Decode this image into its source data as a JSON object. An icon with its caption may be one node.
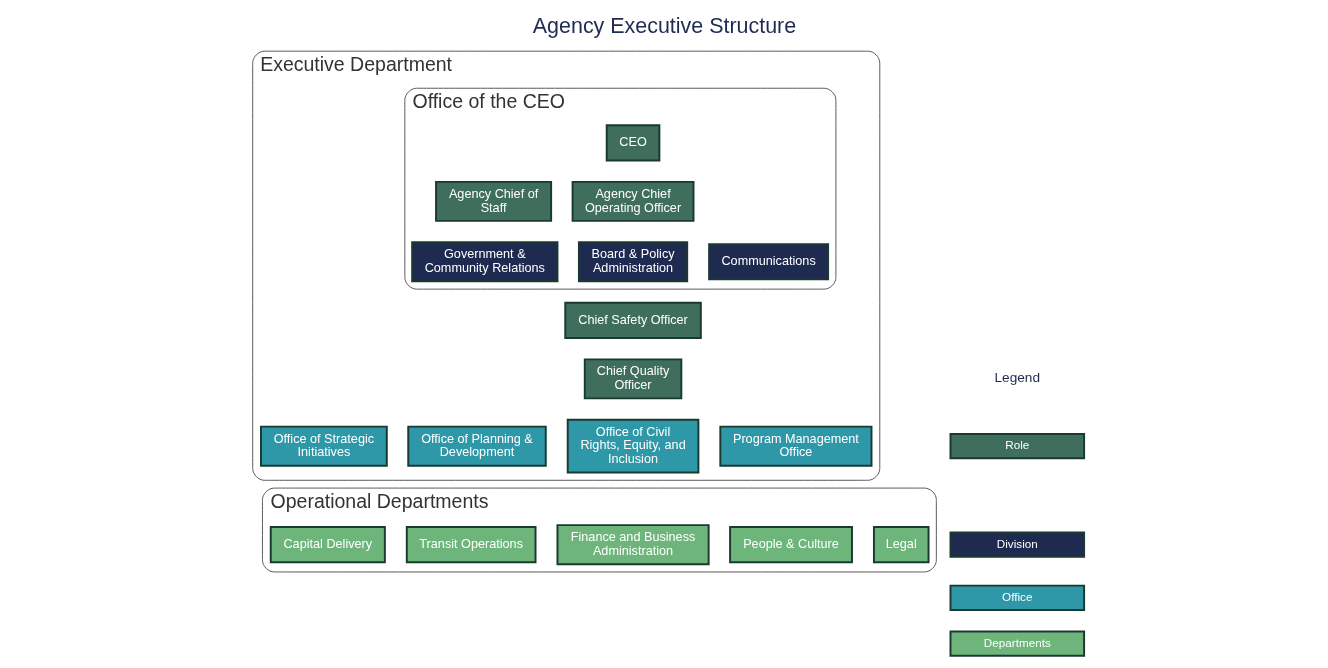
{
  "diagram": {
    "title": "Agency Executive Structure",
    "nodes": [
      {
        "text": [
          "Executive Department"
        ]
      },
      {
        "text": [
          "Office of the CEO"
        ],
        "in": 0
      },
      {
        "text": [
          "CEO"
        ],
        "in": 1
      },
      {
        "text": [
          "Agency Chief of Staff"
        ],
        "in": 1
      },
      {
        "text": [
          "Agency Chief Operating Officer"
        ],
        "in": 1
      },
      {
        "text": [
          "Government & Community Relations"
        ],
        "in": 1
      },
      {
        "text": [
          "Board & Policy Administration"
        ],
        "in": 1
      },
      {
        "text": [
          "Communications"
        ],
        "in": 1
      },
      {
        "text": [
          "Chief Safety Officer"
        ],
        "in": 0
      },
      {
        "text": [
          "Chief Quality Officer"
        ],
        "in": 0
      },
      {
        "text": [
          "Office of Strategic Initiatives"
        ],
        "in": 0
      },
      {
        "text": [
          "Office of Planning & Development"
        ],
        "in": 0
      },
      {
        "text": [
          "Office of Civil Rights, Equity, and Inclusion"
        ],
        "in": 0
      },
      {
        "text": [
          "Program Management Office"
        ],
        "in": 0
      },
      {
        "text": [
          "Operational Departments"
        ]
      },
      {
        "text": [
          "Capital Delivery"
        ],
        "in": 14
      },
      {
        "text": [
          "Transit Operations"
        ],
        "in": 14
      },
      {
        "text": [
          "Finance and Business Administration"
        ],
        "in": 14
      },
      {
        "text": [
          "People & Culture"
        ],
        "in": 14
      },
      {
        "text": [
          "Legal"
        ],
        "in": 14
      }
    ],
    "edges": [],
    "labels": [
      "Legend"
    ],
    "legend": [
      {
        "text": "Role",
        "color": "#3f6e5c"
      },
      {
        "text": "Division",
        "color": "#1f2a50"
      },
      {
        "text": "Office",
        "color": "#2e97a8"
      },
      {
        "text": "Departments",
        "color": "#6db57a"
      }
    ]
  }
}
